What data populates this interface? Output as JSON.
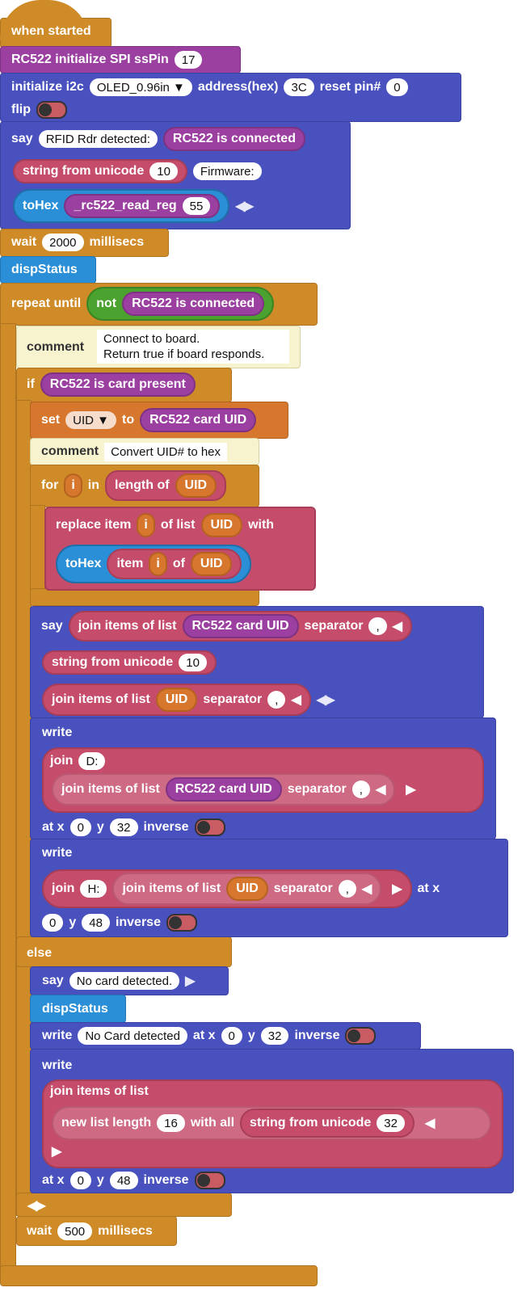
{
  "hat": {
    "label": "when started"
  },
  "rc522_init": {
    "label": "RC522 initialize SPI ssPin",
    "pin": "17"
  },
  "i2c": {
    "label": "initialize i2c",
    "display": "OLED_0.96in ▼",
    "addr_label": "address(hex)",
    "addr": "3C",
    "reset_label": "reset pin#",
    "reset": "0",
    "flip_label": "flip",
    "flip_on": false
  },
  "say1": {
    "say": "say",
    "text": "RFID Rdr detected:",
    "connected": "RC522 is connected",
    "sfu": "string from unicode",
    "code": "10",
    "fw": "Firmware:",
    "tohex": "toHex",
    "readreg": "_rc522_read_reg",
    "reg": "55",
    "arrows": "◀▶"
  },
  "wait1": {
    "wait": "wait",
    "ms": "2000",
    "unit": "millisecs"
  },
  "disp1": {
    "label": "dispStatus"
  },
  "repeat": {
    "label": "repeat until",
    "not": "not",
    "connected": "RC522 is connected"
  },
  "comment1": {
    "label": "comment",
    "line1": "Connect to board.",
    "line2": "Return true if board responds."
  },
  "if": {
    "label": "if",
    "cond": "RC522 is card present",
    "else": "else"
  },
  "set": {
    "set": "set",
    "var": "UID ▼",
    "to": "to",
    "val": "RC522 card UID"
  },
  "comment2": {
    "label": "comment",
    "text": "Convert UID# to hex"
  },
  "for": {
    "for": "for",
    "i": "i",
    "in": "in",
    "length": "length of",
    "uid": "UID"
  },
  "replace": {
    "a": "replace item",
    "i": "i",
    "b": "of list",
    "uid": "UID",
    "c": "with",
    "tohex": "toHex",
    "item": "item",
    "of": "of"
  },
  "say2": {
    "say": "say",
    "jil": "join items of list",
    "carduid": "RC522 card UID",
    "sep": "separator",
    "comma": ",",
    "left": "◀",
    "sfu": "string from unicode",
    "code": "10",
    "uid": "UID",
    "arrows": "◀▶"
  },
  "write1": {
    "write": "write",
    "join": "join",
    "d": "D:",
    "jil": "join items of list",
    "carduid": "RC522 card UID",
    "sep": "separator",
    "comma": ",",
    "left": "◀",
    "right": "▶",
    "atx": "at x",
    "x": "0",
    "y": "y",
    "yv": "32",
    "inverse": "inverse"
  },
  "write2": {
    "write": "write",
    "join": "join",
    "h": "H:",
    "jil": "join items of list",
    "uid": "UID",
    "sep": "separator",
    "comma": ",",
    "left": "◀",
    "right": "▶",
    "atx": "at x",
    "x": "0",
    "y": "y",
    "yv": "48",
    "inverse": "inverse"
  },
  "say3": {
    "say": "say",
    "text": "No card detected.",
    "right": "▶"
  },
  "disp2": {
    "label": "dispStatus"
  },
  "write3": {
    "write": "write",
    "text": "No Card detected",
    "atx": "at x",
    "x": "0",
    "y": "y",
    "yv": "32",
    "inverse": "inverse"
  },
  "write4": {
    "write": "write",
    "jil": "join items of list",
    "newlist": "new list length",
    "len": "16",
    "withall": "with all",
    "sfu": "string from unicode",
    "code": "32",
    "left": "◀",
    "right": "▶",
    "atx": "at x",
    "x": "0",
    "y": "y",
    "yv": "48",
    "inverse": "inverse"
  },
  "if_arrows": "◀▶",
  "wait2": {
    "wait": "wait",
    "ms": "500",
    "unit": "millisecs"
  },
  "colors": {
    "control": "#CF8B27",
    "rc522": "#9B40A0",
    "output": "#4851BD",
    "data": "#C54C6B",
    "cyan": "#2B8FD8",
    "variable": "#D6772D",
    "operator": "#4CA22E"
  }
}
